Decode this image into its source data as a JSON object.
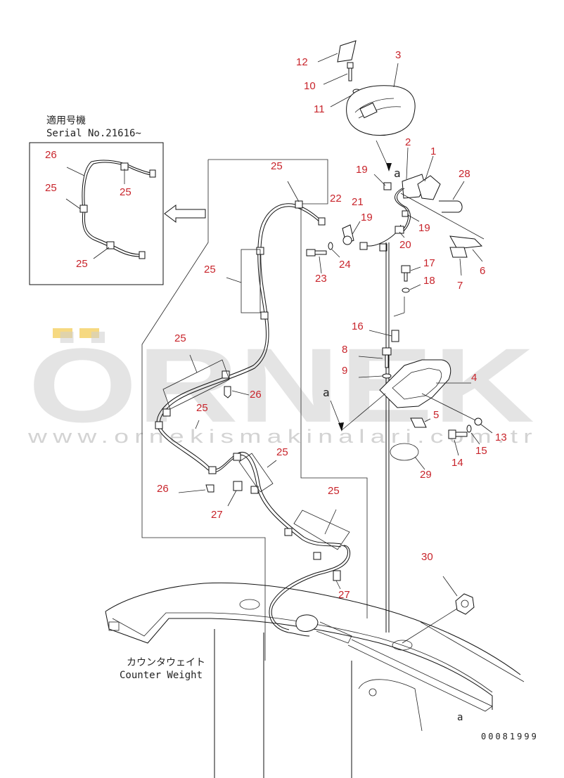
{
  "watermark": {
    "brand": "ÖRNEK",
    "url": "www.ornekismakinalari.com.tr",
    "accent_color": "#f2c94c"
  },
  "inset": {
    "jp_label": "適用号機",
    "serial": "Serial No.21616~"
  },
  "counterweight": {
    "jp_label": "カウンタウェイト",
    "en_label": "Counter Weight"
  },
  "drawing_number": "00081999",
  "ref_letter": "a",
  "callouts": {
    "c1": "1",
    "c2": "2",
    "c3": "3",
    "c4": "4",
    "c5": "5",
    "c6": "6",
    "c7": "7",
    "c8": "8",
    "c9": "9",
    "c10": "10",
    "c11": "11",
    "c12": "12",
    "c13": "13",
    "c14": "14",
    "c15": "15",
    "c16": "16",
    "c17": "17",
    "c18": "18",
    "c19": "19",
    "c20": "20",
    "c21": "21",
    "c22": "22",
    "c23": "23",
    "c24": "24",
    "c25": "25",
    "c26": "26",
    "c27": "27",
    "c28": "28",
    "c29": "29",
    "c30": "30"
  },
  "colors": {
    "callout": "#c8242b",
    "line": "#111111"
  }
}
